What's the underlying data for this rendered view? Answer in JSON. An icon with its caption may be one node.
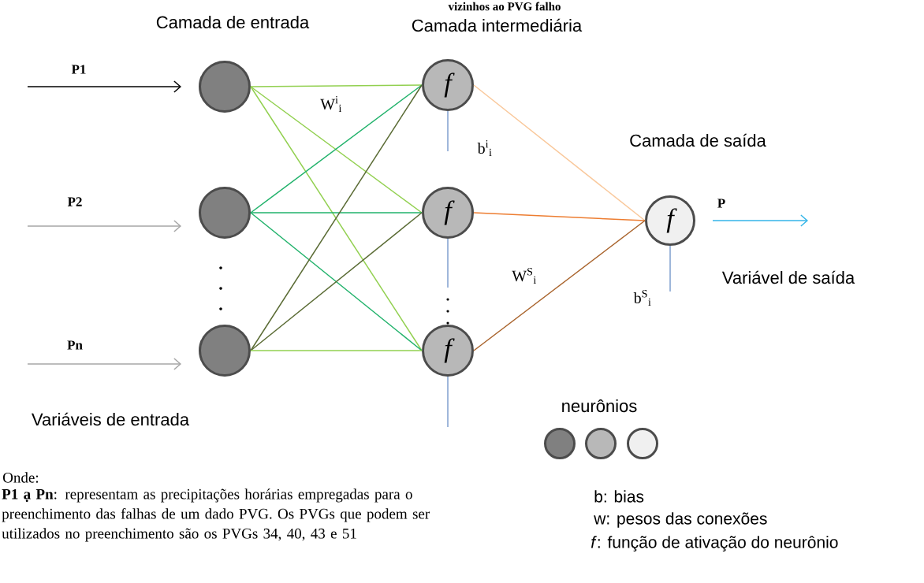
{
  "diagram": {
    "title": "vizinhos ao PVG falho",
    "nodes": [
      {
        "text": [],
        "shape": "circle",
        "beside": [
          "Camada de entrada"
        ]
      },
      {
        "text": [],
        "shape": "circle"
      },
      {
        "text": [],
        "shape": "circle",
        "beside": [
          "Variáveis de entrada"
        ]
      },
      {
        "text": [
          "f"
        ],
        "beside": [
          "Camada intermediária"
        ]
      },
      {
        "text": [
          "f"
        ]
      },
      {
        "text": [
          "f"
        ]
      },
      {
        "text": [
          "f"
        ],
        "beside": [
          "Camada de saída"
        ]
      },
      {
        "text": [],
        "shape": "circle"
      },
      {
        "text": [],
        "shape": "circle"
      },
      {
        "text": [],
        "shape": "circle"
      }
    ],
    "edges": [
      {
        "from": null,
        "to": 0,
        "arrow": "to",
        "label": "P1",
        "color": "#000000"
      },
      {
        "from": null,
        "to": 1,
        "arrow": "to",
        "label": "P2",
        "color": "#a6a6a6"
      },
      {
        "from": null,
        "to": 2,
        "arrow": "to",
        "label": "Pn",
        "color": "#a6a6a6"
      },
      {
        "from": 0,
        "to": 3,
        "arrow": "none",
        "color": "#92d050"
      },
      {
        "from": 0,
        "to": 4,
        "arrow": "none",
        "color": "#92d050"
      },
      {
        "from": 0,
        "to": 5,
        "arrow": "none",
        "color": "#92d050"
      },
      {
        "from": 1,
        "to": 3,
        "arrow": "none",
        "color": "#21b26b"
      },
      {
        "from": 1,
        "to": 4,
        "arrow": "none",
        "color": "#21b26b"
      },
      {
        "from": 1,
        "to": 5,
        "arrow": "none",
        "color": "#21b26b"
      },
      {
        "from": 2,
        "to": 3,
        "arrow": "none",
        "color": "#5a6b34"
      },
      {
        "from": 2,
        "to": 4,
        "arrow": "none",
        "color": "#5a6b34"
      },
      {
        "from": 2,
        "to": 5,
        "arrow": "none",
        "color": "#92d050"
      },
      {
        "from": 3,
        "to": 6,
        "arrow": "none",
        "color": "#f9c89b"
      },
      {
        "from": 4,
        "to": 6,
        "arrow": "none",
        "color": "#ed7d31"
      },
      {
        "from": 5,
        "to": 6,
        "arrow": "none",
        "color": "#a8622a"
      },
      {
        "from": 6,
        "to": null,
        "arrow": "to",
        "label": "P",
        "color": "#33b5e8"
      },
      {
        "from": 3,
        "to": null,
        "arrow": "none",
        "color": "#7f9fcf"
      },
      {
        "from": 4,
        "to": null,
        "arrow": "none",
        "color": "#7f9fcf"
      },
      {
        "from": 5,
        "to": null,
        "arrow": "none",
        "color": "#7f9fcf"
      },
      {
        "from": 6,
        "to": null,
        "arrow": "none",
        "color": "#7f9fcf"
      }
    ],
    "labels": [
      "W$^{i}$$_{i}$",
      "b$^{i}$$_{i}$",
      "W$^{S}$$_{i}$",
      "Variável de saída",
      "b$^{S}$$_{i}$",
      "neurônios",
      "Onde:",
      "**P1 ạ Pn**: representam as precipitações horárias empregadas para o preenchimento das falhas de um dado PVG. Os PVGs que podem ser utilizados no preenchimento são os PVGs 34, 40, 43 e 51",
      "b: bias",
      "w: pesos das conexões",
      "*f*: função de ativação do neurônio"
    ]
  }
}
